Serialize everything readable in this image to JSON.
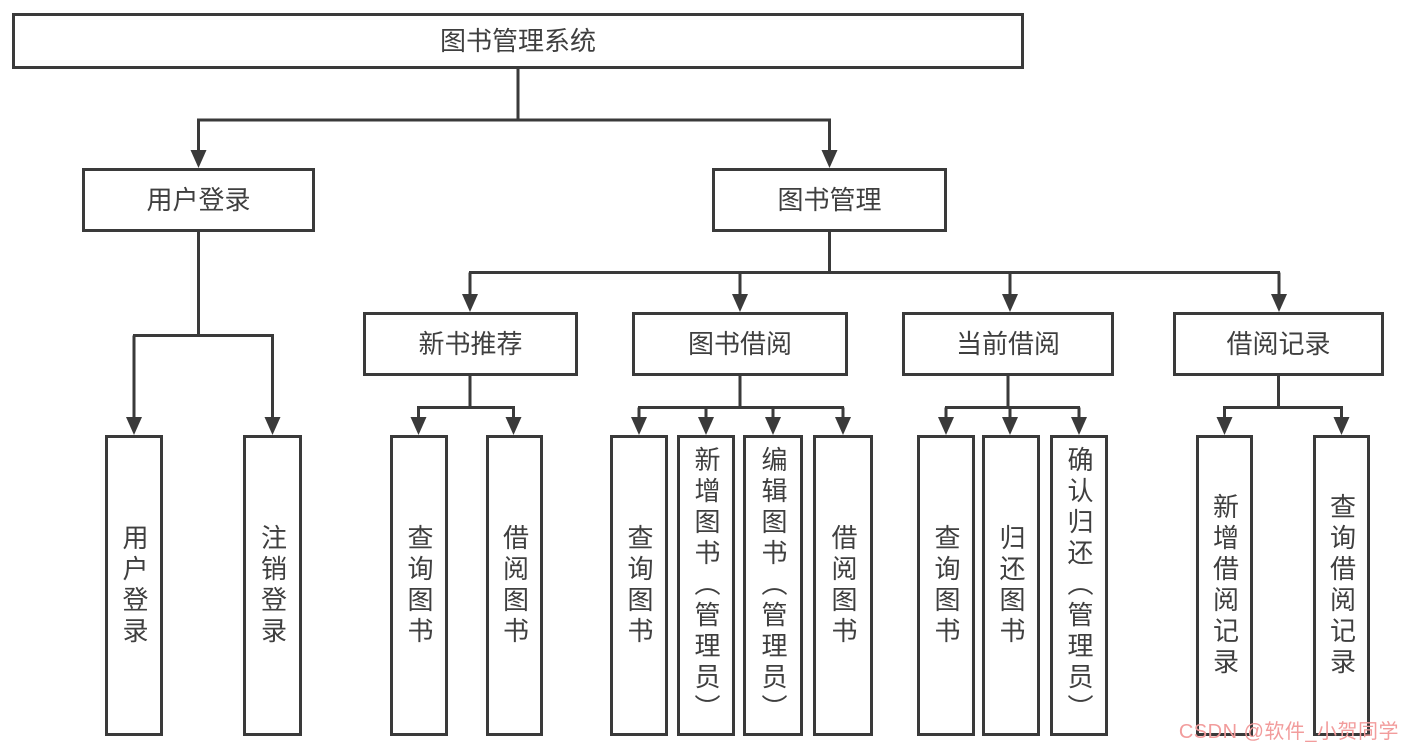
{
  "diagram": {
    "root": {
      "label": "图书管理系统"
    },
    "branches": [
      {
        "label": "用户登录",
        "children": [
          {
            "label": "用户登录"
          },
          {
            "label": "注销登录"
          }
        ]
      },
      {
        "label": "图书管理",
        "children": [
          {
            "label": "新书推荐",
            "children": [
              {
                "label": "查询图书"
              },
              {
                "label": "借阅图书"
              }
            ]
          },
          {
            "label": "图书借阅",
            "children": [
              {
                "label": "查询图书"
              },
              {
                "label": "新增图书（管理员）"
              },
              {
                "label": "编辑图书（管理员）"
              },
              {
                "label": "借阅图书"
              }
            ]
          },
          {
            "label": "当前借阅",
            "children": [
              {
                "label": "查询图书"
              },
              {
                "label": "归还图书"
              },
              {
                "label": "确认归还（管理员）"
              }
            ]
          },
          {
            "label": "借阅记录",
            "children": [
              {
                "label": "新增借阅记录"
              },
              {
                "label": "查询借阅记录"
              }
            ]
          }
        ]
      }
    ]
  },
  "watermark": {
    "text": "CSDN @软件_小贺同学",
    "color": "#f29c9c"
  },
  "colors": {
    "line": "#3a3a3a",
    "border": "#3a3a3a",
    "text": "#3f3f3f",
    "background": "#ffffff"
  }
}
